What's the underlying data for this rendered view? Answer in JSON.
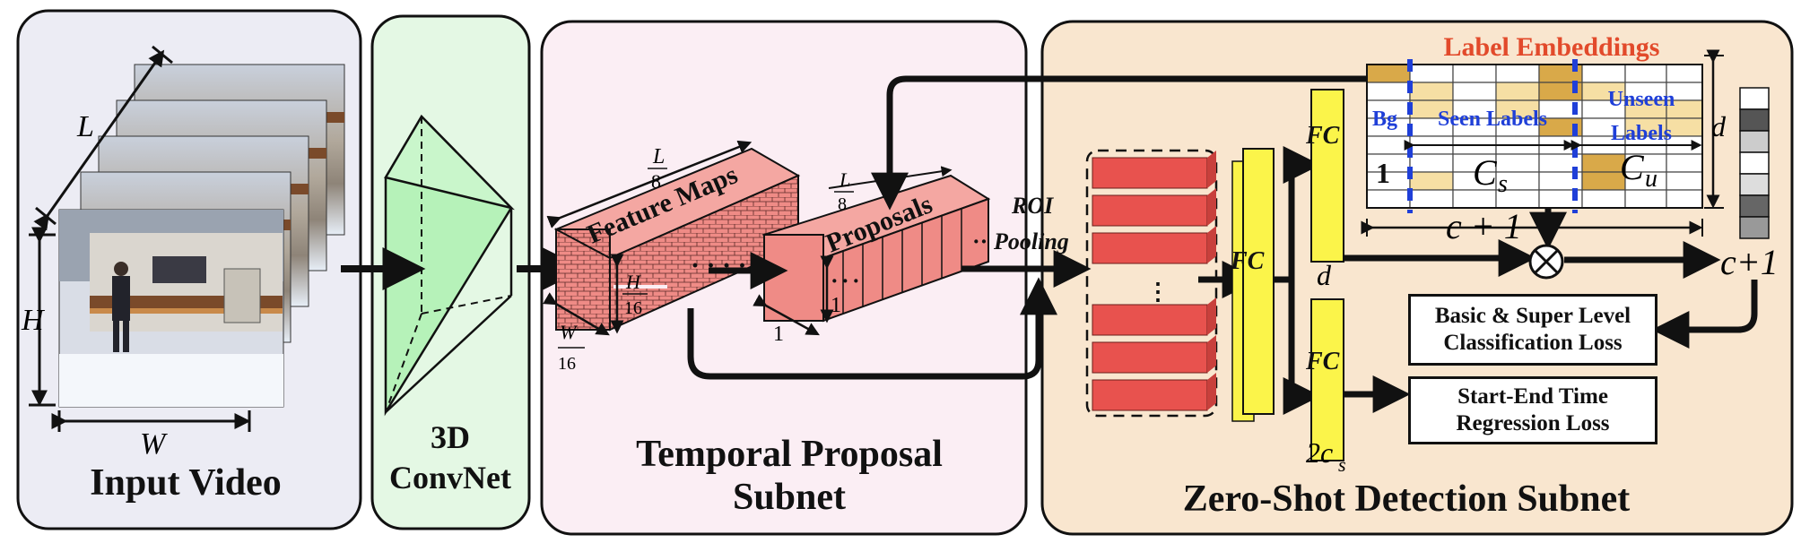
{
  "panels": {
    "input": {
      "title": "Input Video",
      "dims": {
        "l": "L",
        "h": "H",
        "w": "W"
      }
    },
    "convnet": {
      "title_line1": "3D",
      "title_line2": "ConvNet"
    },
    "temporal": {
      "title_line1": "Temporal Proposal",
      "title_line2": "Subnet"
    },
    "zeroshot": {
      "title": "Zero-Shot Detection Subnet"
    }
  },
  "temporal": {
    "feature_maps": "Feature Maps",
    "proposals": "Proposals",
    "dim_l": "L",
    "dim_den": "8",
    "dim_h": "H",
    "dim_hden": "16",
    "dim_w": "W",
    "dim_wden": "16",
    "dim_one": "1",
    "roi_line1": "ROI",
    "roi_line2": "Pooling"
  },
  "embeddings": {
    "title": "Label Embeddings",
    "bg": "Bg",
    "seen": "Seen Labels",
    "unseen_line1": "Unseen",
    "unseen_line2": "Labels",
    "one": "1",
    "cs": "C",
    "cs_sub": "s",
    "cu": "C",
    "cu_sub": "u",
    "d": "d",
    "c_plus_1": "c + 1"
  },
  "zeroshot": {
    "fc": "FC",
    "d": "d",
    "two_cs": "2c",
    "two_cs_sub": "s",
    "out": "c+1",
    "multiply": "⊗"
  },
  "losses": {
    "cls_line1": "Basic & Super Level",
    "cls_line2": "Classification Loss",
    "reg_line1": "Start-End Time",
    "reg_line2": "Regression Loss"
  },
  "colors": {
    "input_bg": "#ececf4",
    "convnet_bg": "#e4f8e4",
    "temporal_bg": "#fbeef4",
    "zeroshot_bg": "#f9e6cf",
    "feature_red": "#ef8b86",
    "roi_red": "#e8524e",
    "fc_yellow": "#fbf44a",
    "embed_gold": "#d9a949",
    "embed_light": "#f6dfa4",
    "title_red": "#e24a2b",
    "label_blue": "#1f3fd8"
  }
}
